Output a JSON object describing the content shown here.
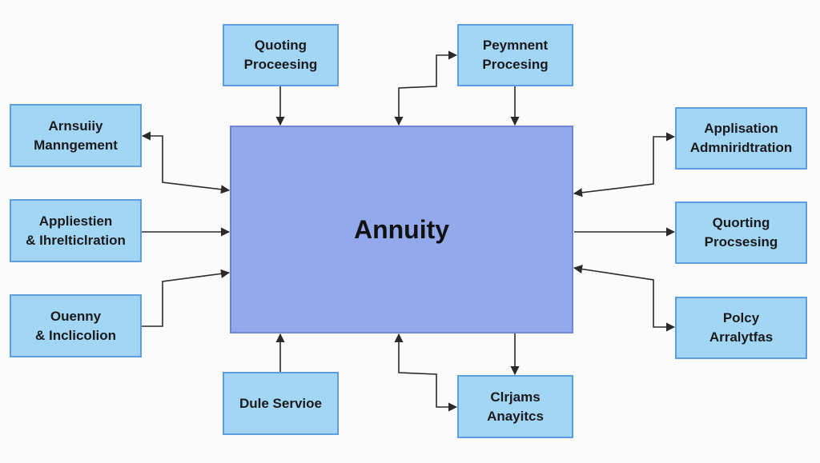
{
  "center": {
    "label": "Annuity"
  },
  "left": [
    {
      "line1": "Arnsuiiy",
      "line2": "Manngement"
    },
    {
      "line1": "Appliestien",
      "line2": "& Ihrelticlration"
    },
    {
      "line1": "Ouenny",
      "line2": "& Inclicolion"
    }
  ],
  "top": [
    {
      "line1": "Quoting",
      "line2": "Proceesing"
    },
    {
      "line1": "Peymnent",
      "line2": "Procesing"
    }
  ],
  "right": [
    {
      "line1": "Applisation",
      "line2": "Admniridtration"
    },
    {
      "line1": "Quorting",
      "line2": "Procsesing"
    },
    {
      "line1": "Polcy",
      "line2": "Arralytfas"
    }
  ],
  "bottom": [
    {
      "line1": "Dule Servioe"
    },
    {
      "line1": "Clrjams",
      "line2": "Anayitcs"
    }
  ],
  "colors": {
    "node_fill": "#a3d6f5",
    "node_border": "#5c9ee0",
    "center_fill": "#93a9ec",
    "arrow": "#2a2a2a"
  }
}
